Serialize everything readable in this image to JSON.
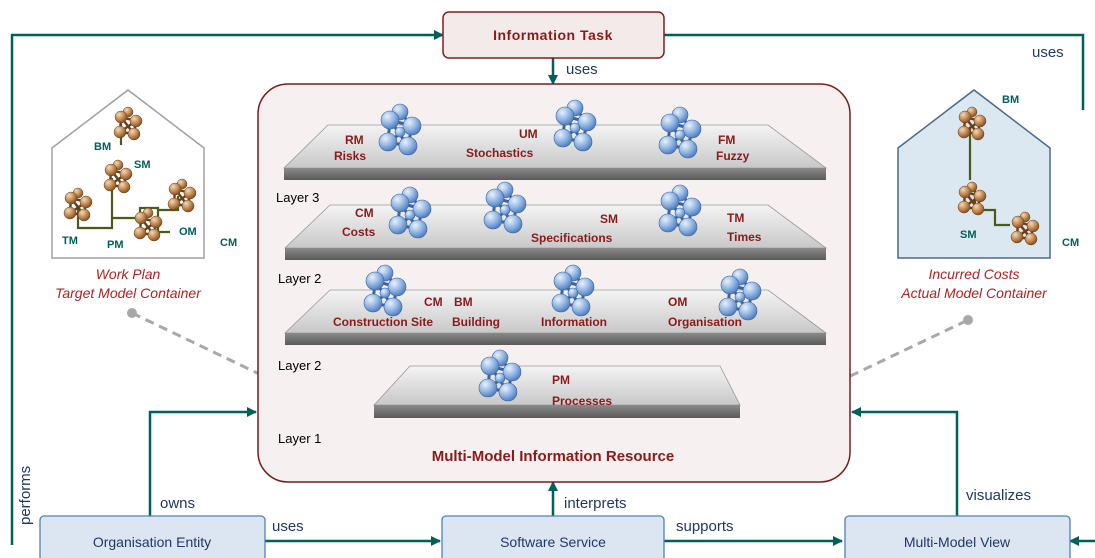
{
  "colors": {
    "teal": "#00615a",
    "darkred": "#8b1a1a",
    "box_fill": "#dce6f2",
    "box_border": "#4f81bd",
    "node_blue": "#8fb4e3",
    "node_brown": "#c08850",
    "house_blue": "#dbe7f1",
    "resource_fill": "#f5eeee",
    "resource_border": "#7a1b1b"
  },
  "top_box": {
    "label": "Information Task"
  },
  "bottom_boxes": {
    "org": "Organisation Entity",
    "service": "Software Service",
    "view": "Multi-Model View"
  },
  "edge_labels": {
    "uses_task": "uses",
    "uses_right": "uses",
    "performs": "performs",
    "owns": "owns",
    "uses_bottom": "uses",
    "interprets": "interprets",
    "supports": "supports",
    "visualizes": "visualizes"
  },
  "resource": {
    "title": "Multi-Model Information Resource",
    "layer_labels": [
      "Layer 3",
      "Layer 2",
      "Layer 2",
      "Layer 1"
    ],
    "models": {
      "rm_abbr": "RM",
      "rm_name": "Risks",
      "um_abbr": "UM",
      "um_name": "Stochastics",
      "fm_abbr": "FM",
      "fm_name": "Fuzzy",
      "cm_abbr": "CM",
      "cm_name": "Costs",
      "sm_abbr": "SM",
      "sm_name": "Specifications",
      "tm_abbr": "TM",
      "tm_name": "Times",
      "cm2_abbr": "CM",
      "cm2_name": "Construction Site",
      "bm_abbr": "BM",
      "bm_name": "Building",
      "info_name": "Information",
      "om_abbr": "OM",
      "om_name": "Organisation",
      "pm_abbr": "PM",
      "pm_name": "Processes"
    }
  },
  "left_house": {
    "labels": [
      "BM",
      "SM",
      "TM",
      "PM",
      "OM",
      "CM"
    ],
    "caption_line1": "Work Plan",
    "caption_line2": "Target Model Container"
  },
  "right_house": {
    "labels": [
      "BM",
      "SM",
      "CM"
    ],
    "caption_line1": "Incurred Costs",
    "caption_line2": "Actual Model Container"
  },
  "icons": {
    "model_node": "molecule-cluster-icon",
    "arrowhead": "arrowhead-icon"
  }
}
